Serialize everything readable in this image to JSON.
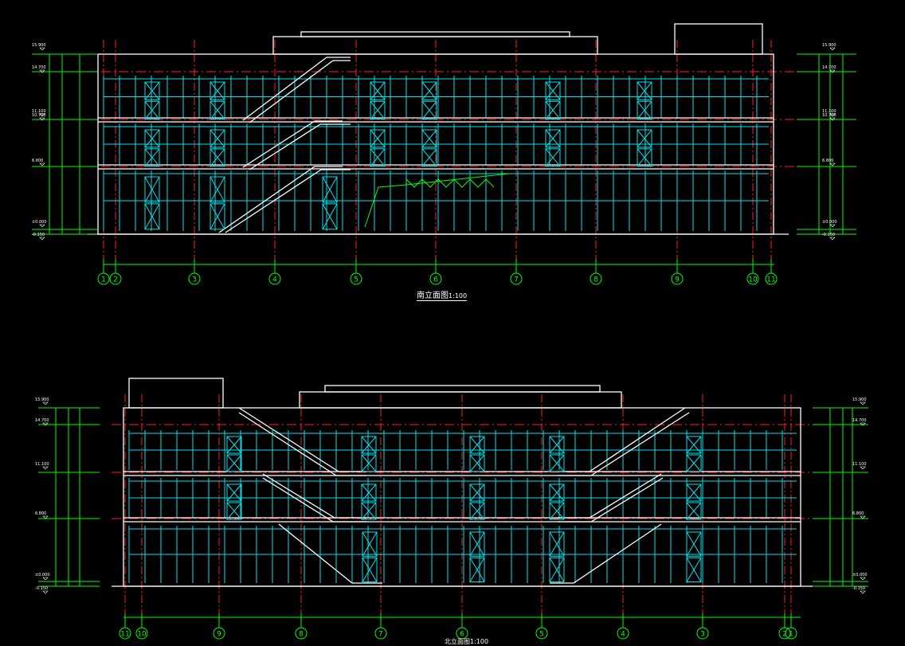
{
  "drawing": {
    "top_elevation_title": "南立面图",
    "top_scale": "1:100",
    "bottom_elevation_title": "北立面图",
    "bottom_scale": "1:100"
  },
  "top_view": {
    "axis_labels": [
      "1",
      "2",
      "3",
      "4",
      "5",
      "6",
      "7",
      "8",
      "9",
      "10",
      "11"
    ],
    "level_labels_left": [
      "15.900",
      "14.700",
      "11.100",
      "10.700",
      "6.800",
      "±0.000",
      "-0.150"
    ],
    "level_labels_right": [
      "15.900",
      "14.700",
      "11.100",
      "10.700",
      "6.800",
      "±0.000",
      "-0.150"
    ]
  },
  "bottom_view": {
    "axis_labels": [
      "11",
      "10",
      "9",
      "8",
      "7",
      "6",
      "5",
      "4",
      "3",
      "2",
      "1"
    ],
    "level_labels_left": [
      "15.900",
      "14.700",
      "11.100",
      "6.800",
      "±0.000",
      "-0.150"
    ],
    "level_labels_right": [
      "15.900",
      "14.700",
      "11.100",
      "6.800",
      "±0.000",
      "-0.150"
    ]
  },
  "colors": {
    "background": "#000000",
    "outline": "#ffffff",
    "glazing": "#00e5ee",
    "dimension": "#00ff00",
    "axis": "#ff2020",
    "text": "#ffffff"
  }
}
